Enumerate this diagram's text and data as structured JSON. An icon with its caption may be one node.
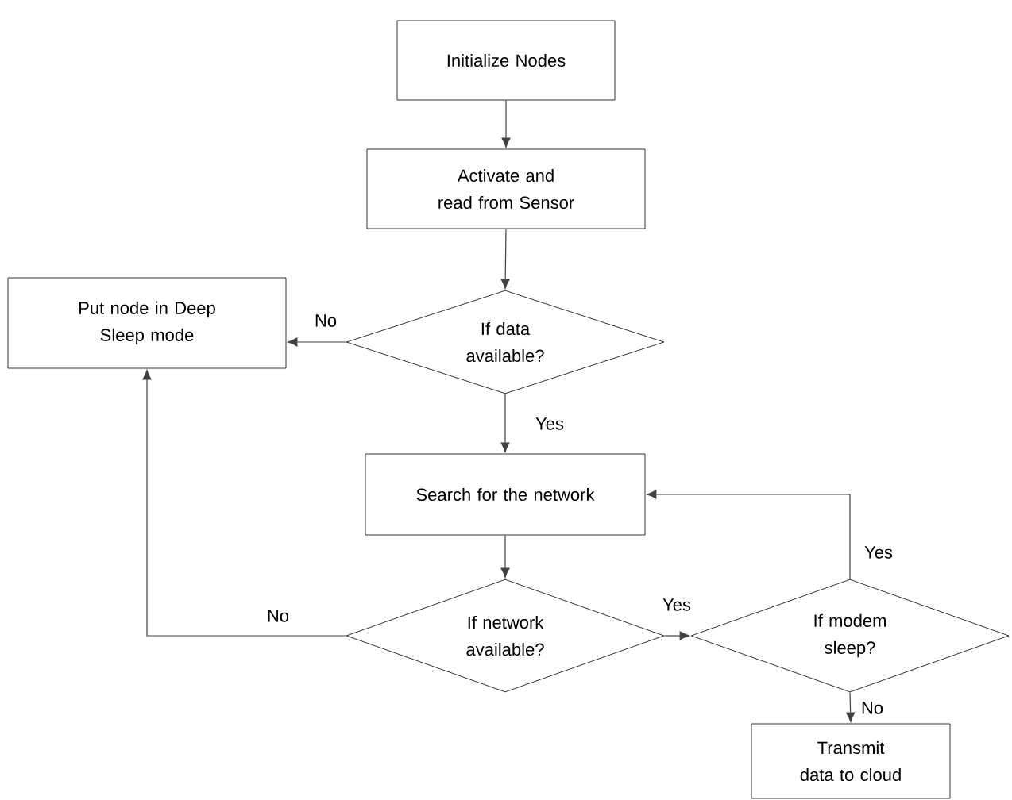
{
  "diagram": {
    "nodes": [
      {
        "text": [
          "Initialize Nodes"
        ]
      },
      {
        "text": [
          "Activate and read from Sensor"
        ]
      },
      {
        "text": [
          "If data available?"
        ]
      },
      {
        "text": [
          "Put node in Deep Sleep mode"
        ]
      },
      {
        "text": [
          "Search for the network"
        ]
      },
      {
        "text": [
          "If network available?"
        ]
      },
      {
        "text": [
          "If modem sleep?"
        ]
      },
      {
        "text": [
          "Transmit data to cloud"
        ]
      }
    ],
    "edges": [
      {
        "from": 0,
        "to": 1,
        "arrow": "to"
      },
      {
        "from": 1,
        "to": 2,
        "arrow": "to"
      },
      {
        "from": 2,
        "to": 3,
        "arrow": "to",
        "label": "No"
      },
      {
        "from": 2,
        "to": 4,
        "arrow": "to",
        "label": "Yes"
      },
      {
        "from": 4,
        "to": 5,
        "arrow": "to"
      },
      {
        "from": 5,
        "to": 6,
        "arrow": "to",
        "label": "Yes"
      },
      {
        "from": 6,
        "to": 4,
        "arrow": "to",
        "label": "Yes"
      },
      {
        "from": 6,
        "to": 7,
        "arrow": "to",
        "label": "No"
      },
      {
        "from": 5,
        "to": 3,
        "arrow": "to",
        "label": "No"
      }
    ]
  }
}
